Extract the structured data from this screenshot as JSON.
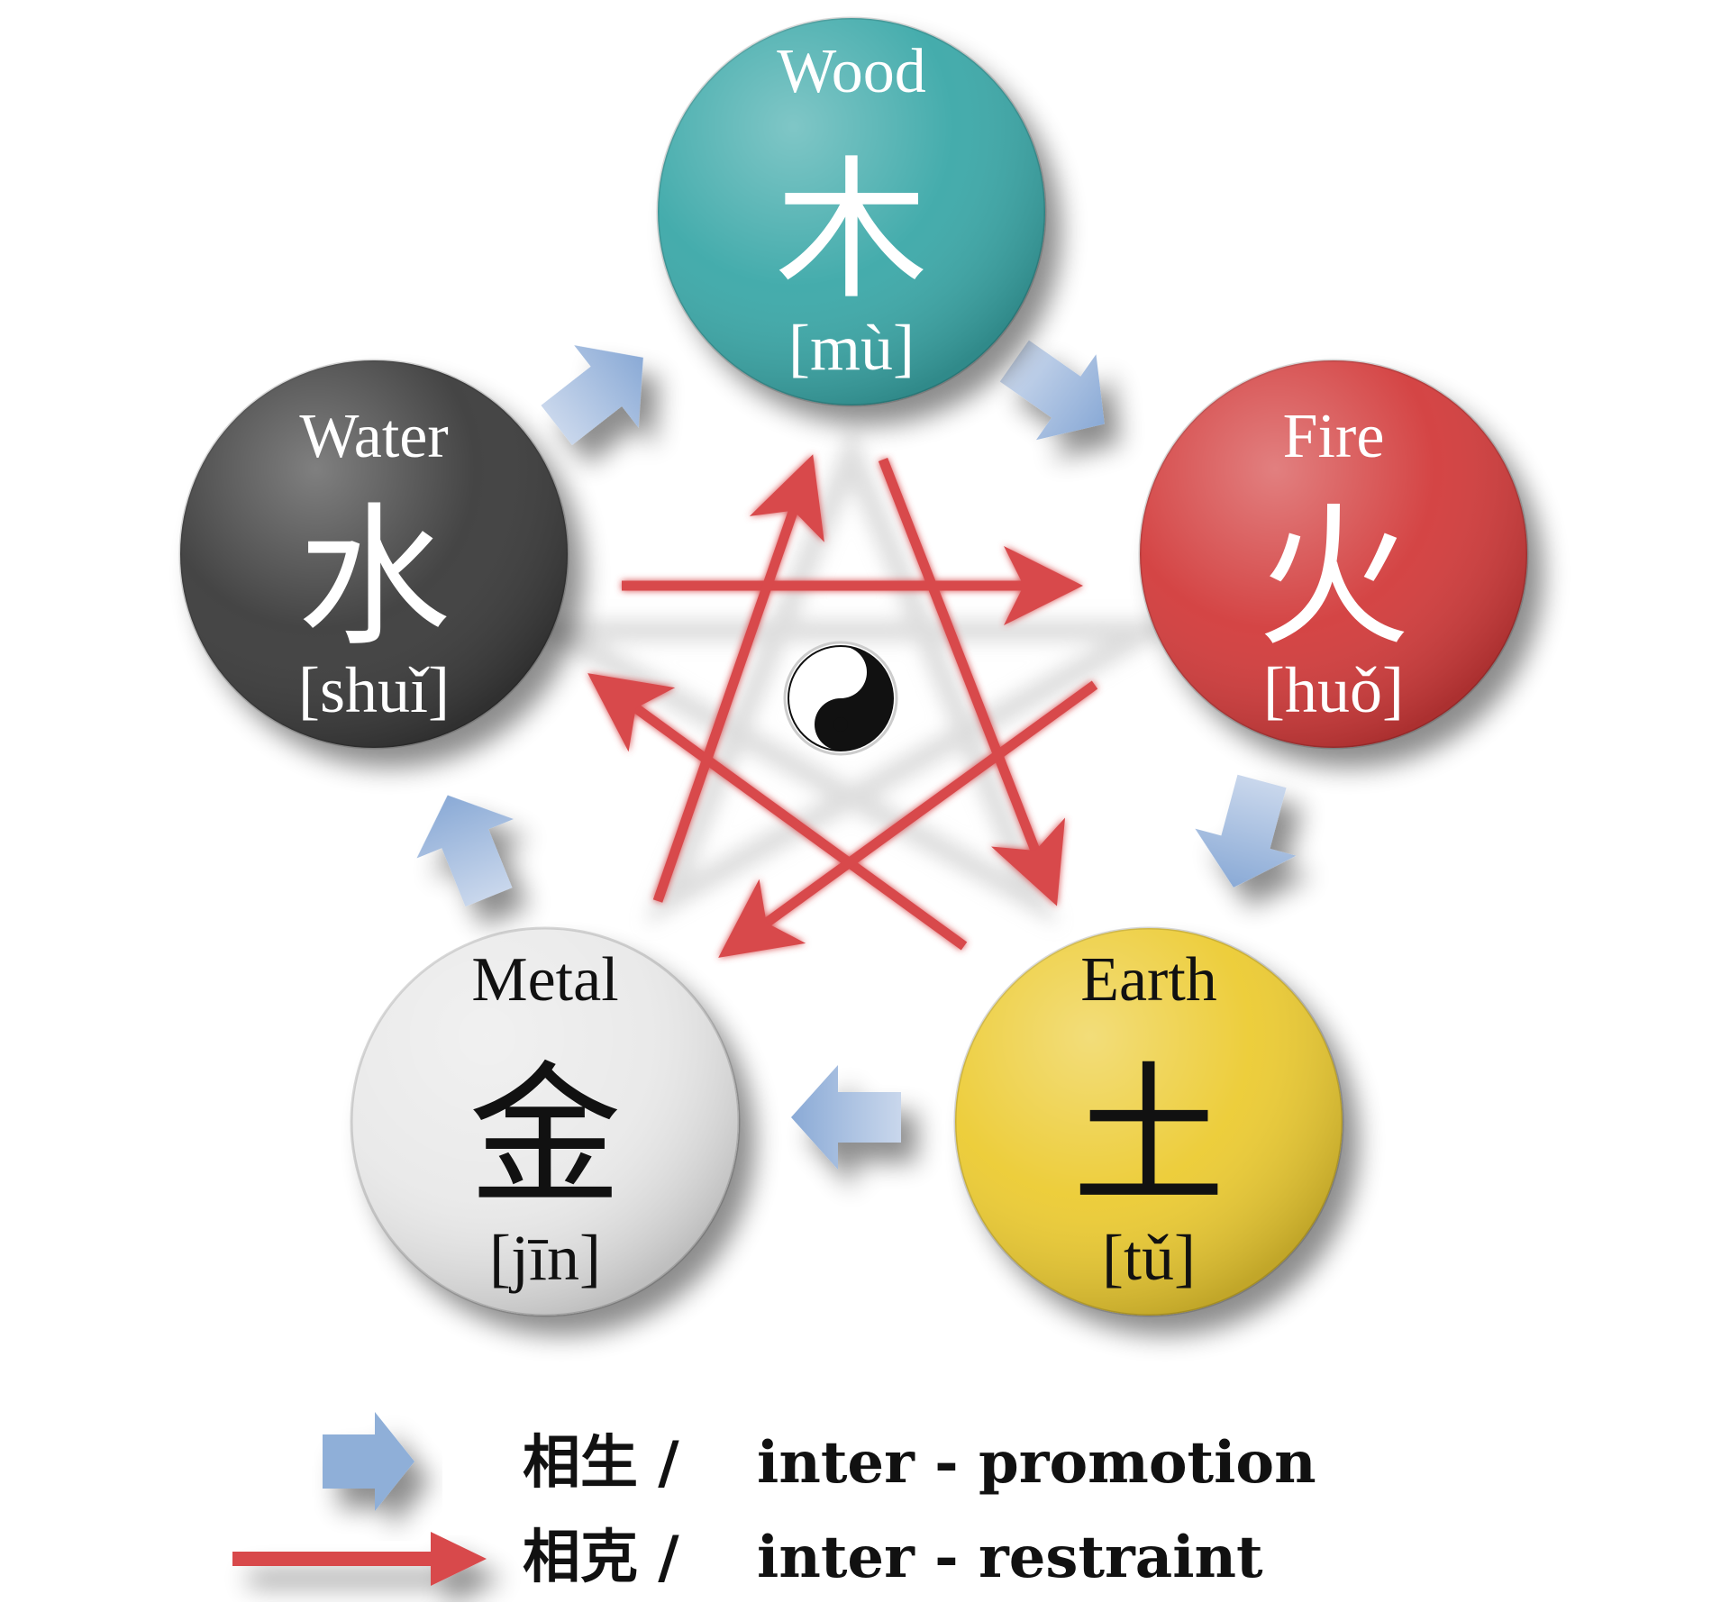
{
  "elements": [
    {
      "id": "wood",
      "name": "Wood",
      "char": "木",
      "pinyin": "[mù]",
      "color": "#3aa8a8",
      "text_color": "#ffffff"
    },
    {
      "id": "fire",
      "name": "Fire",
      "char": "火",
      "pinyin": "[huǒ]",
      "color": "#d23a3a",
      "text_color": "#ffffff"
    },
    {
      "id": "earth",
      "name": "Earth",
      "char": "土",
      "pinyin": "[tǔ]",
      "color": "#eccb33",
      "text_color": "#111111"
    },
    {
      "id": "metal",
      "name": "Metal",
      "char": "金",
      "pinyin": "[jīn]",
      "color": "#e9e9e9",
      "text_color": "#111111"
    },
    {
      "id": "water",
      "name": "Water",
      "char": "水",
      "pinyin": "[shuǐ]",
      "color": "#3b3b3b",
      "text_color": "#ffffff"
    }
  ],
  "promotion_cycle": [
    "Wood",
    "Fire",
    "Earth",
    "Metal",
    "Water"
  ],
  "restraint_pairs": [
    [
      "Wood",
      "Earth"
    ],
    [
      "Earth",
      "Water"
    ],
    [
      "Water",
      "Fire"
    ],
    [
      "Fire",
      "Metal"
    ],
    [
      "Metal",
      "Wood"
    ]
  ],
  "center_icon": "yin-yang-icon",
  "legend": {
    "promotion": {
      "cn": "相生 /",
      "en": "inter - promotion",
      "icon": "block-arrow-icon",
      "color": "#8fafd8"
    },
    "restraint": {
      "cn": "相克 /",
      "en": "inter - restraint",
      "icon": "red-arrow-icon",
      "color": "#d8484c"
    }
  }
}
